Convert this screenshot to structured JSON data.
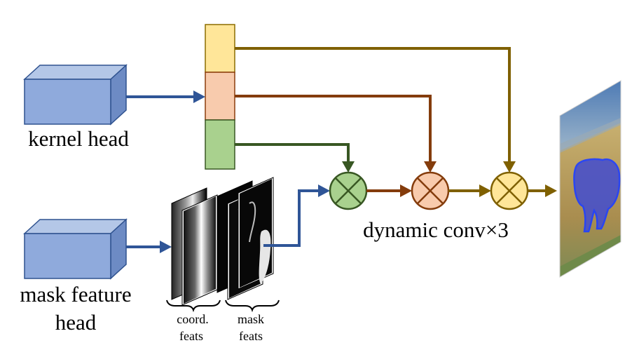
{
  "labels": {
    "kernel_head": "kernel head",
    "mask_feature_head_line1": "mask feature",
    "mask_feature_head_line2": "head",
    "coord_feats_line1": "coord.",
    "coord_feats_line2": "feats",
    "mask_feats_line1": "mask",
    "mask_feats_line2": "feats",
    "dynamic_conv": "dynamic conv×3"
  },
  "colors": {
    "head_block_face": "#8faadc",
    "head_block_top": "#b4c7e7",
    "head_block_side": "#6d8bc4",
    "head_block_edge": "#2f528f",
    "kernel_yellow": "#ffe699",
    "kernel_orange": "#f8cbad",
    "kernel_green": "#a9d18e",
    "arrow_blue": "#2f5597",
    "arrow_gold": "#7f6000",
    "arrow_brown": "#843c0c",
    "arrow_green": "#385723",
    "op_green": "#a9d18e",
    "op_orange": "#f8cbad",
    "op_yellow": "#ffe699",
    "mask_outline": "#1f3fff"
  }
}
